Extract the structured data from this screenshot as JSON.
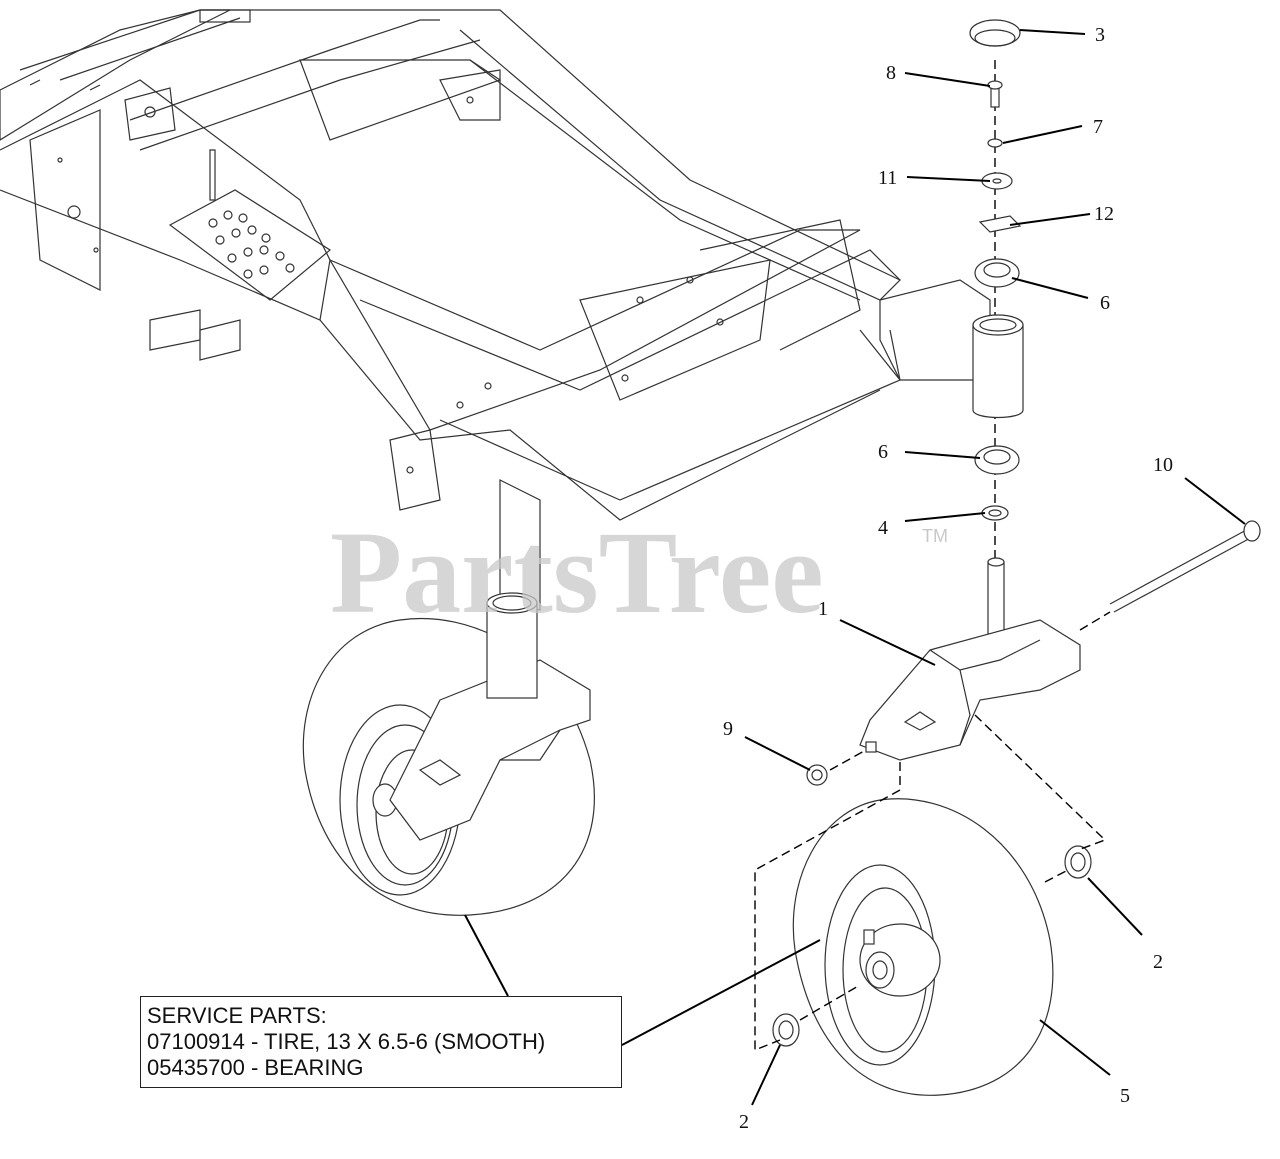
{
  "watermark": {
    "brand": "PartsTree",
    "trademark": "TM"
  },
  "callouts": [
    {
      "id": "c3",
      "label": "3"
    },
    {
      "id": "c8",
      "label": "8"
    },
    {
      "id": "c7",
      "label": "7"
    },
    {
      "id": "c11",
      "label": "11"
    },
    {
      "id": "c12",
      "label": "12"
    },
    {
      "id": "c6a",
      "label": "6"
    },
    {
      "id": "c6b",
      "label": "6"
    },
    {
      "id": "c10",
      "label": "10"
    },
    {
      "id": "c4",
      "label": "4"
    },
    {
      "id": "c1",
      "label": "1"
    },
    {
      "id": "c9",
      "label": "9"
    },
    {
      "id": "c2a",
      "label": "2"
    },
    {
      "id": "c2b",
      "label": "2"
    },
    {
      "id": "c5",
      "label": "5"
    }
  ],
  "service_parts": {
    "heading": "SERVICE PARTS:",
    "lines": [
      "07100914 - TIRE, 13 X 6.5-6 (SMOOTH)",
      "05435700 - BEARING"
    ]
  }
}
